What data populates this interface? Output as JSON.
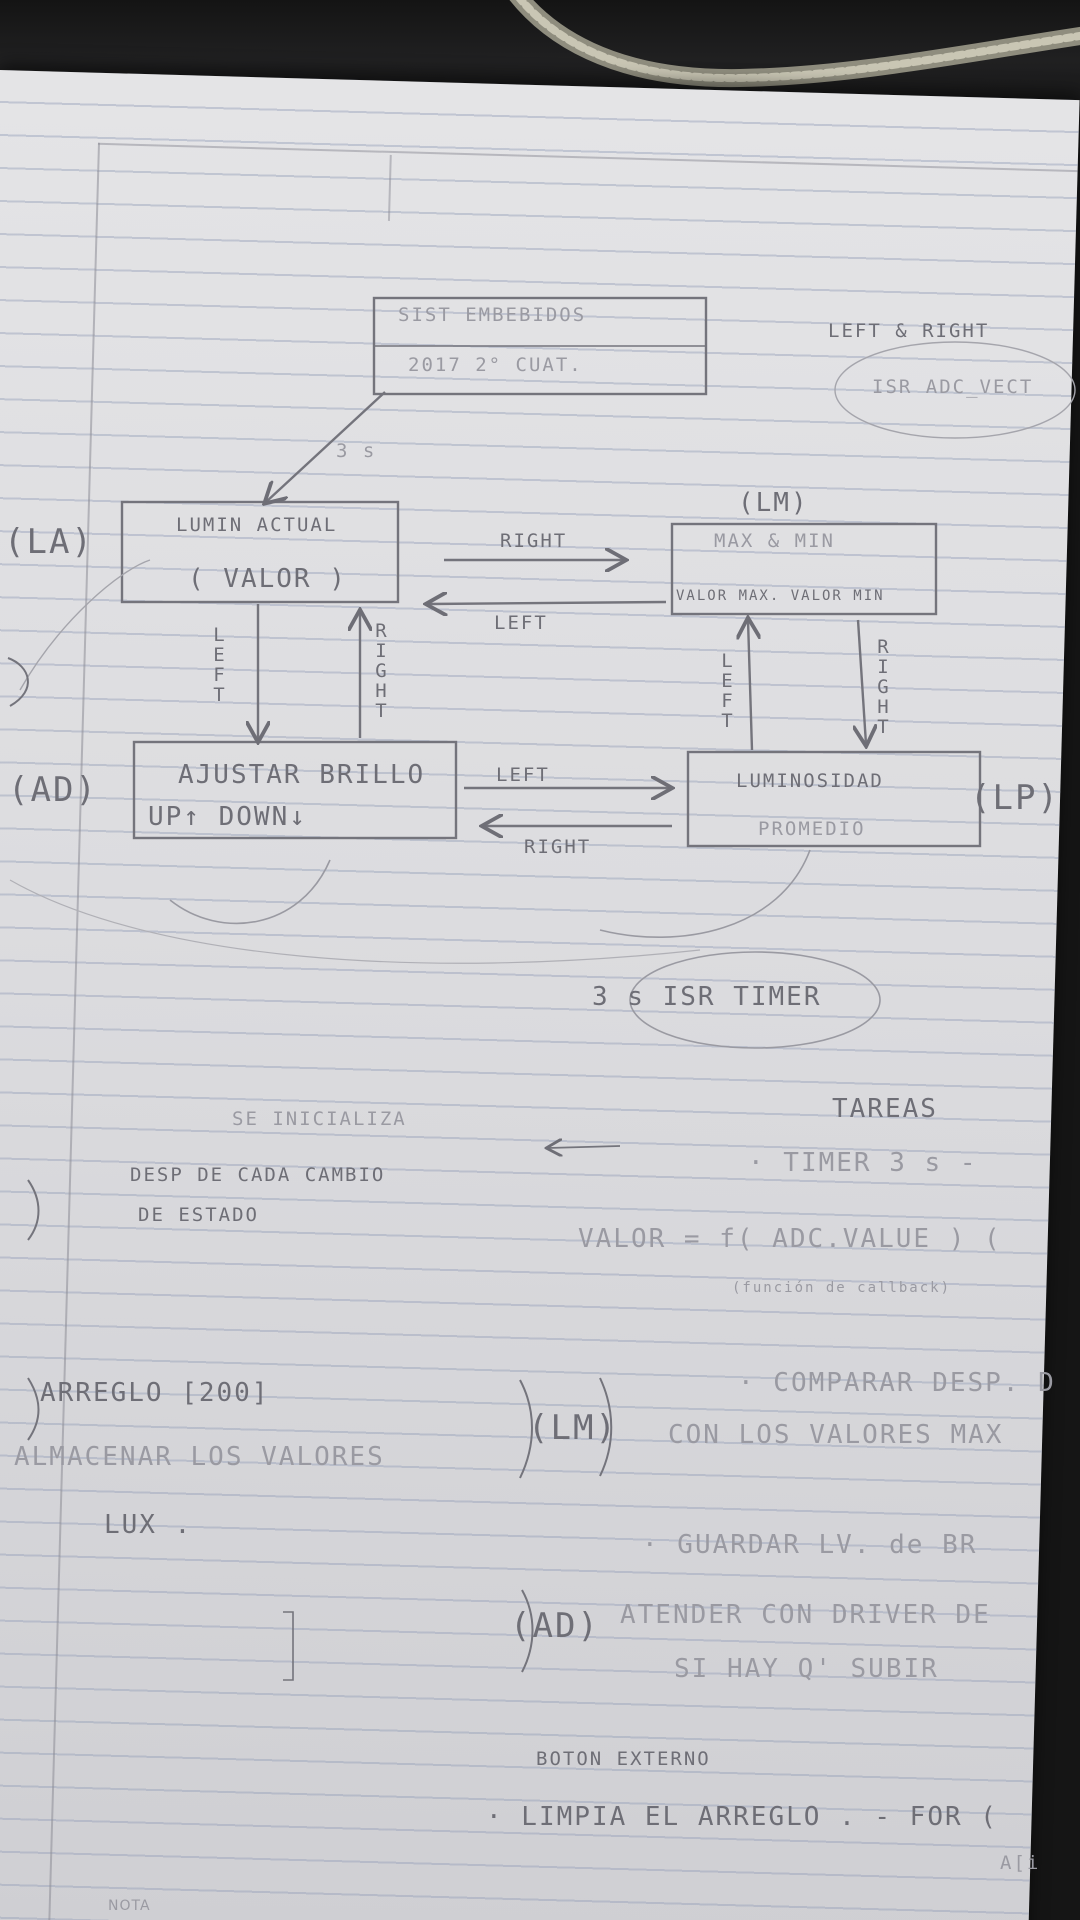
{
  "header": {
    "line1": "SIST EMBEBIDOS",
    "line2": "2017 2° CUAT.",
    "side_note1": "LEFT & RIGHT",
    "side_note2": "ISR ADC_VECT"
  },
  "diagram": {
    "init_label": "3 s",
    "states": [
      {
        "id": "LA",
        "tag": "(LA)",
        "line1": "LUMIN ACTUAL",
        "line2": "( VALOR )"
      },
      {
        "id": "LM",
        "tag": "(LM)",
        "line1": "MAX & MIN",
        "line2": "VALOR MAX. VALOR MIN"
      },
      {
        "id": "AD",
        "tag": "(AD)",
        "line1": "AJUSTAR BRILLO",
        "line2": "UP↑  DOWN↓"
      },
      {
        "id": "LP",
        "tag": "(LP)",
        "line1": "LUMINOSIDAD",
        "line2": "PROMEDIO"
      }
    ],
    "transitions": {
      "la_to_lm": "RIGHT",
      "lm_to_la": "LEFT",
      "la_to_ad": "LEFT",
      "ad_to_la": "RIGHT",
      "ad_to_lp": "LEFT",
      "lp_to_ad": "RIGHT",
      "lm_to_lp": "RIGHT",
      "lp_to_lm": "LEFT"
    },
    "timer_note": "3 s ISR TIMER"
  },
  "notes": {
    "left_1": "SE INICIALIZA",
    "left_2": "DESP DE CADA CAMBIO",
    "left_3": "DE ESTADO",
    "tareas_title": "TAREAS",
    "tarea_timer": "· TIMER  3 s  -",
    "valor_formula": "VALOR = f( ADC.VALUE ) (",
    "callback_note": "(función de callback)",
    "arreglo_1": "ARREGLO [200]",
    "arreglo_2": "ALMACENAR LOS VALORES",
    "arreglo_3": "LUX .",
    "lm_tag": "(LM)",
    "lm_task_1": "· COMPARAR DESP. D",
    "lm_task_2": "CON LOS VALORES MAX",
    "ad_task_1": "· GUARDAR LV. de BR",
    "ad_tag": "(AD)",
    "ad_task_2": "ATENDER CON DRIVER DE",
    "ad_task_3": "SI HAY Q' SUBIR",
    "boton_1": "BOTON EXTERNO",
    "boton_2": "· LIMPIA EL ARREGLO . - FOR (",
    "boton_3": "A[i"
  },
  "footer": {
    "nota": "NOTA"
  }
}
